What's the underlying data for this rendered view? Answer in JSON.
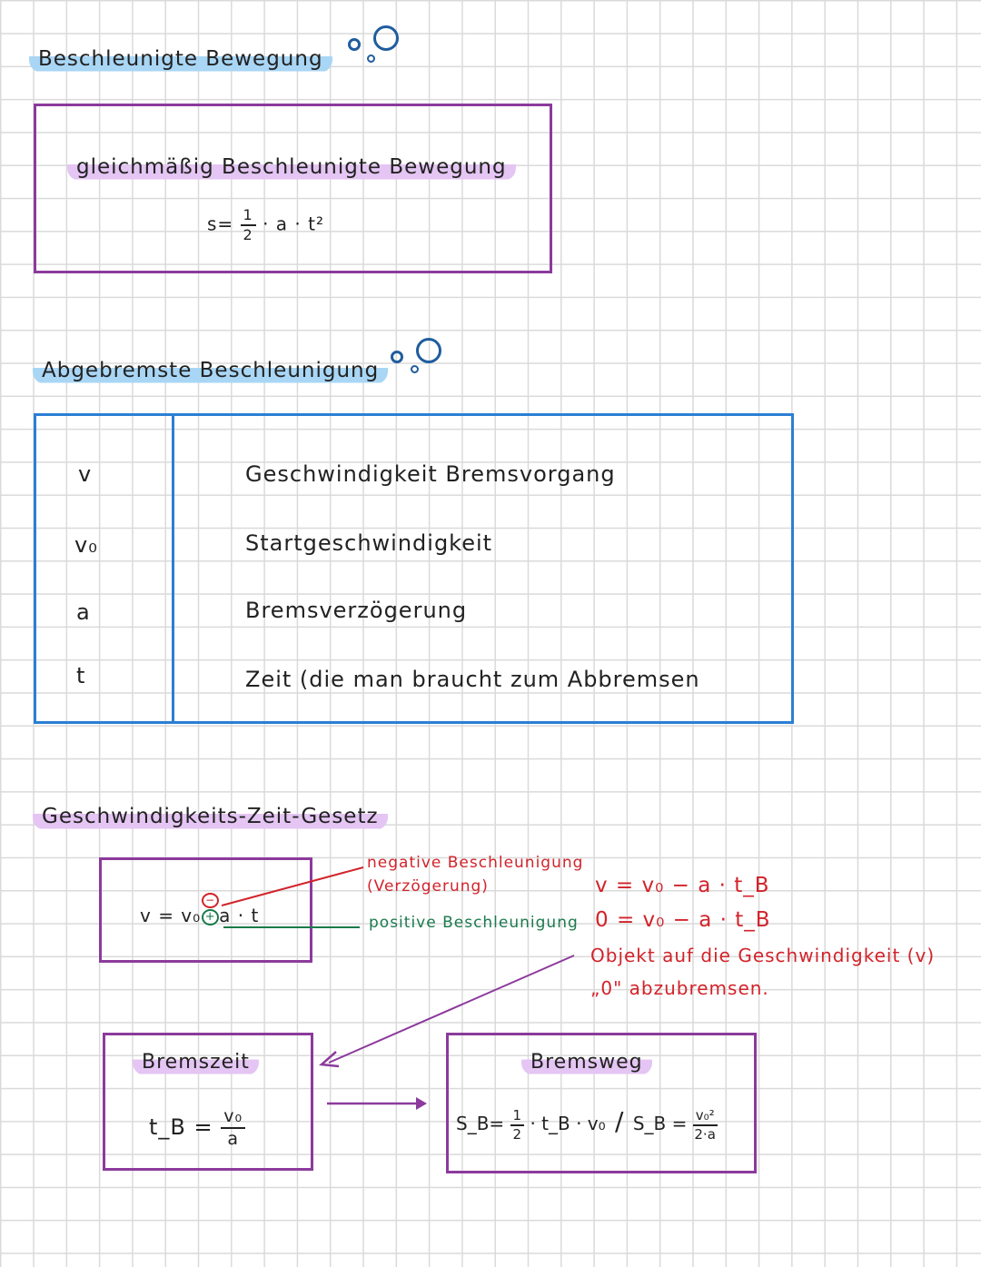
{
  "section1": {
    "heading": "Beschleunigte Bewegung",
    "box_title": "gleichmäßig Beschleunigte Bewegung",
    "formula": {
      "lhs": "s=",
      "num": "1",
      "den": "2",
      "rhs": "· a · t²"
    }
  },
  "section2": {
    "heading": "Abgebremste Beschleunigung",
    "table": [
      {
        "symbol": "v",
        "meaning": "Geschwindigkeit Bremsvorgang"
      },
      {
        "symbol": "v₀",
        "meaning": "Startgeschwindigkeit"
      },
      {
        "symbol": "a",
        "meaning": "Bremsverzögerung"
      },
      {
        "symbol": "t",
        "meaning": "Zeit (die man braucht zum Abbremsen"
      }
    ]
  },
  "section3": {
    "heading": "Geschwindigkeits-Zeit-Gesetz",
    "formula_left": "v = v₀",
    "minus_sign": "−",
    "plus_sign": "+",
    "formula_right": "a · t",
    "negative_label": "negative Beschleunigung",
    "negative_sub": "(Verzögerung)",
    "positive_label": "positive Beschleunigung",
    "eq1": "v = v₀ − a · t_B",
    "eq2": "0 = v₀ − a · t_B",
    "note_line1": "Objekt auf die Geschwindigkeit (v)",
    "note_line2": "„0\" abzubremsen.",
    "bremszeit": {
      "title": "Bremszeit",
      "lhs": "t_B =",
      "num": "v₀",
      "den": "a"
    },
    "bremsweg": {
      "title": "Bremsweg",
      "f1_lhs": "S_B=",
      "f1_num": "1",
      "f1_den": "2",
      "f1_rhs": "· t_B · v₀",
      "separator": "/",
      "f2_lhs": "S_B =",
      "f2_num": "v₀²",
      "f2_den": "2·a"
    }
  },
  "colors": {
    "purple": "#8c3a9c",
    "blue": "#2b7fd4",
    "red": "#d2232a",
    "green": "#1a7a4c",
    "highlight_blue": "#a9d6f5",
    "highlight_purple": "#e4c5f3"
  }
}
